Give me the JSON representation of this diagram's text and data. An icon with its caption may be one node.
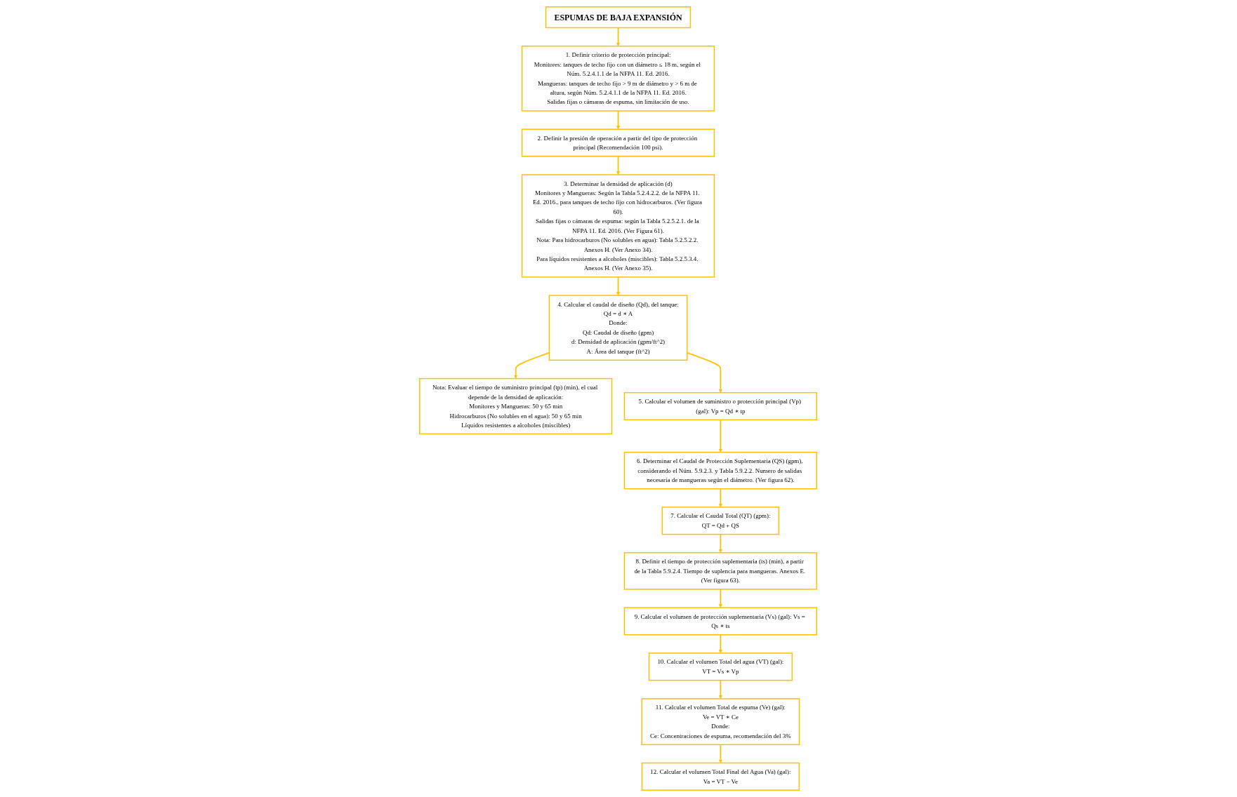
{
  "diagram": {
    "nodes": [
      {
        "text": [
          "ESPUMAS DE BAJA EXPANSIÓN"
        ]
      },
      {
        "text": [
          "1. Definir criterio de protección principal:",
          "Monitores: tanques de techo fijo con un diámetro ≤ 18 m, según el Núm. 5.2.4.1.1 de la NFPA 11. Ed. 2016.",
          "Mangueras: tanques de techo fijo > 9 m de diámetro y > 6 m de altura, según Núm. 5.2.4.1.1 de la NFPA 11. Ed. 2016.",
          "Salidas fijas o cámaras de espuma, sin limitación de uso."
        ]
      },
      {
        "text": [
          "2. Definir la presión de operación a partir del tipo de protección principal (Recomendación 100 psi)."
        ]
      },
      {
        "text": [
          "3. Determinar la densidad de aplicación (d)",
          "Monitores y Mangueras: Según la Tabla 5.2.4.2.2. de la NFPA 11. Ed. 2016., para tanques de techo fijo con hidrocarburos. (Ver figura 60).",
          "Salidas fijas o cámaras de espuma: según la Tabla 5.2.5.2.1. de la NFPA 11. Ed. 2016. (Ver Figura 61).",
          "Nota: Para hidrocarburos (No solubles en agua): Tabla 5.2.5.2.2. Anexos H. (Ver Anexo 34).",
          "Para líquidos resistentes a alcoholes (miscibles): Tabla 5.2.5.3.4. Anexos H. (Ver Anexo 35)."
        ]
      },
      {
        "text": [
          "4. Calcular el caudal de diseño (Qd), del tanque:",
          "Qd = d ∗ A",
          "Donde:",
          "Qd: Caudal de diseño (gpm)",
          "d: Densidad de aplicación (gpm/ft^2)",
          "A: Área del tanque (ft^2)"
        ]
      },
      {
        "text": [
          "Nota: Evaluar el tiempo de suministro principal (tp) (min), el cual depende de la densidad de aplicación:",
          "Monitores y Mangueras: 50 y 65 min",
          "Hidrocarburos (No solubles en el agua): 50 y 65 min",
          "Líquidos resistentes a alcoholes (miscibles)"
        ]
      },
      {
        "text": [
          "5. Calcular el volumen de suministro o protección principal (Vp) (gal): Vp = Qd ∗ tp"
        ]
      },
      {
        "text": [
          "6. Determinar el Caudal de Protección Suplementaria (QS) (gpm), considerando el Núm. 5.9.2.3. y Tabla 5.9.2.2. Numero de salidas necesaria de mangueras según el diámetro. (Ver figura 62)."
        ]
      },
      {
        "text": [
          "7. Calcular el Caudal Total (QT) (gpm):",
          "QT = Qd + QS"
        ]
      },
      {
        "text": [
          "8. Definir el tiempo de protección suplementaria (ts) (min), a partir de la Tabla 5.9.2.4. Tiempo de suplencia para mangueras. Anexos E. (Ver figura 63)."
        ]
      },
      {
        "text": [
          "9. Calcular el volumen de protección suplementaria (Vs) (gal): Vs = Qs ∗ ts"
        ]
      },
      {
        "text": [
          "10. Calcular el volumen Total del agua (VT) (gal):",
          "VT = Vs ∗ Vp"
        ]
      },
      {
        "text": [
          "11. Calcular el volumen Total de espuma (Ve) (gal):",
          "Ve = VT ∗ Ce",
          "Donde:",
          "Ce: Concentraciones de espuma, recomendación del 3%"
        ]
      },
      {
        "text": [
          "12. Calcular el volumen Total Final del Agua (Va) (gal):",
          "Va = VT − Ve"
        ]
      }
    ],
    "edges": [
      {
        "from": 0,
        "to": 1,
        "arrow": "to"
      },
      {
        "from": 1,
        "to": 2,
        "arrow": "to"
      },
      {
        "from": 2,
        "to": 3,
        "arrow": "to"
      },
      {
        "from": 3,
        "to": 4,
        "arrow": "to"
      },
      {
        "from": 4,
        "to": 5,
        "arrow": "to"
      },
      {
        "from": 4,
        "to": 6,
        "arrow": "to"
      },
      {
        "from": 6,
        "to": 7,
        "arrow": "to"
      },
      {
        "from": 7,
        "to": 8,
        "arrow": "to"
      },
      {
        "from": 8,
        "to": 9,
        "arrow": "to"
      },
      {
        "from": 9,
        "to": 10,
        "arrow": "to"
      },
      {
        "from": 10,
        "to": 11,
        "arrow": "to"
      },
      {
        "from": 11,
        "to": 12,
        "arrow": "to"
      },
      {
        "from": 12,
        "to": 13,
        "arrow": "to"
      }
    ]
  }
}
